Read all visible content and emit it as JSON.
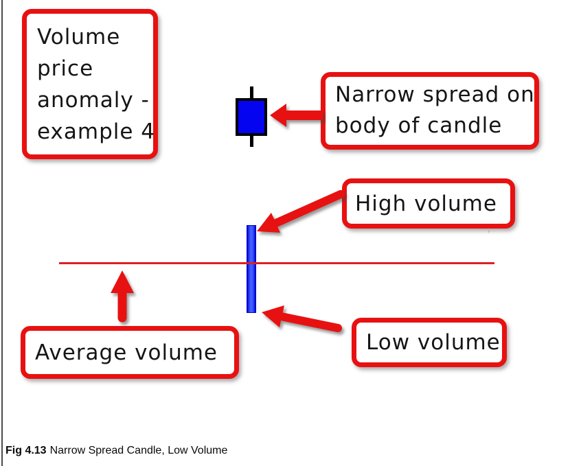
{
  "colors": {
    "red": "#e81111",
    "line_red": "#dc2020",
    "candle_blue": "#0404f0",
    "bar_blue": "#2e4cff",
    "bar_blue_dark": "#0103c8",
    "border_gray": "#4a4a4a"
  },
  "title_box": {
    "lines": [
      "Volume",
      "price",
      "anomaly -",
      "example 4"
    ]
  },
  "callouts": {
    "narrow_spread": {
      "line1": "Narrow spread on",
      "line2": "body of candle"
    },
    "high_volume": {
      "label": "High volume"
    },
    "low_volume": {
      "label": "Low volume"
    },
    "average_volume": {
      "label": "Average volume"
    }
  },
  "caption": {
    "figure_number": "Fig 4.13",
    "title": "Narrow Spread Candle, Low Volume"
  }
}
